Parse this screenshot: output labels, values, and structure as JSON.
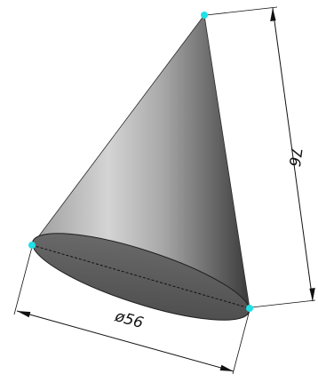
{
  "diagram": {
    "shape": "cone",
    "dimensions": {
      "diameter_label": "ø56",
      "height_label": "76"
    },
    "colors": {
      "cone_light": "#b9b9b9",
      "cone_dark": "#3c3c3c",
      "base_fill": "#5a5a5a",
      "vertex_marker": "#20e0e6",
      "dimension_line": "#111111"
    },
    "markers": [
      "apex-point",
      "base-left-point",
      "base-right-point"
    ]
  }
}
